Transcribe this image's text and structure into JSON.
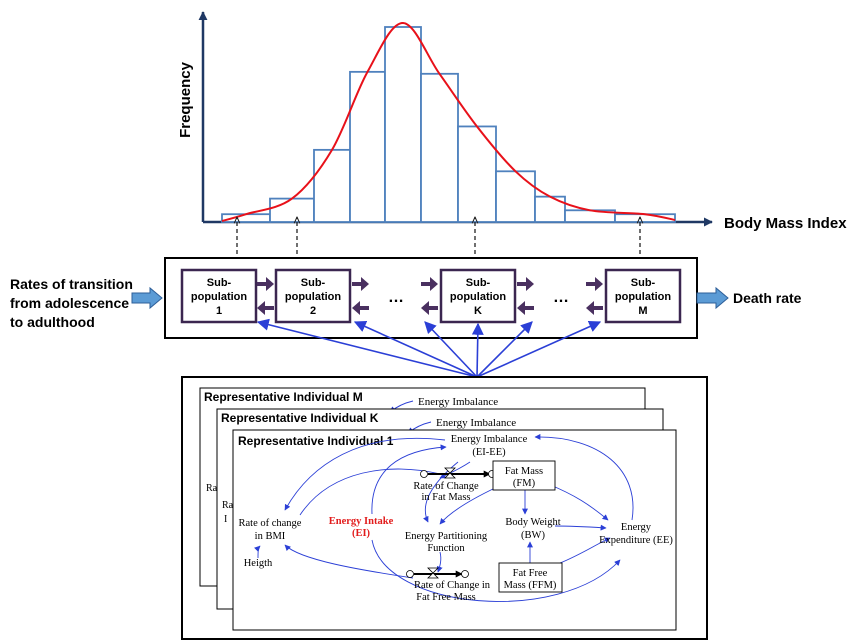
{
  "colors": {
    "axis": "#1f3864",
    "bar_stroke": "#4f81bd",
    "curve": "#e8111a",
    "arrow_fill": "#5b9bd5",
    "subpop_stroke": "#3b2650",
    "link": "#2b3fd6",
    "energy_intake": "#e21c1c"
  },
  "histogram": {
    "y_label": "Frequency",
    "x_label": "Body Mass Index",
    "bin_frequencies": [
      0.04,
      0.12,
      0.37,
      0.77,
      1.0,
      0.76,
      0.49,
      0.26,
      0.13,
      0.06,
      0.04
    ]
  },
  "population": {
    "left_label_lines": [
      "Rates of transition",
      "from adolescence",
      "to adulthood"
    ],
    "right_label": "Death rate",
    "subpops": [
      {
        "lines": [
          "Sub-",
          "population",
          "1"
        ]
      },
      {
        "lines": [
          "Sub-",
          "population",
          "2"
        ]
      },
      {
        "lines": [
          "Sub-",
          "population",
          "K"
        ]
      },
      {
        "lines": [
          "Sub-",
          "population",
          "M"
        ]
      }
    ],
    "ellipsis": "…"
  },
  "individuals": {
    "cards": [
      {
        "title": "Representative Individual M",
        "imbalance": "Energy Imbalance"
      },
      {
        "title": "Representative Individual K",
        "imbalance": "Energy Imbalance"
      },
      {
        "title": "Representative Individual 1",
        "imbalance_lines": [
          "Energy Imbalance",
          "(EI-EE)"
        ]
      }
    ],
    "clipped_back_text": {
      "line1": "Ra",
      "line2": "I"
    },
    "nodes": {
      "rate_change_fm": [
        "Rate of Change",
        "in Fat Mass"
      ],
      "fat_mass": [
        "Fat Mass",
        "(FM)"
      ],
      "rate_change_bmi": [
        "Rate of change",
        "in BMI"
      ],
      "energy_intake": [
        "Energy Intake",
        "(EI)"
      ],
      "partitioning": [
        "Energy Partitioning",
        "Function"
      ],
      "body_weight": [
        "Body Weight",
        "(BW)"
      ],
      "energy_expenditure": [
        "Energy",
        "Expenditure (EE)"
      ],
      "heigth": "Heigth",
      "rate_change_ffm": [
        "Rate of Change in",
        "Fat Free Mass"
      ],
      "fat_free_mass": [
        "Fat Free",
        "Mass (FFM)"
      ]
    }
  }
}
